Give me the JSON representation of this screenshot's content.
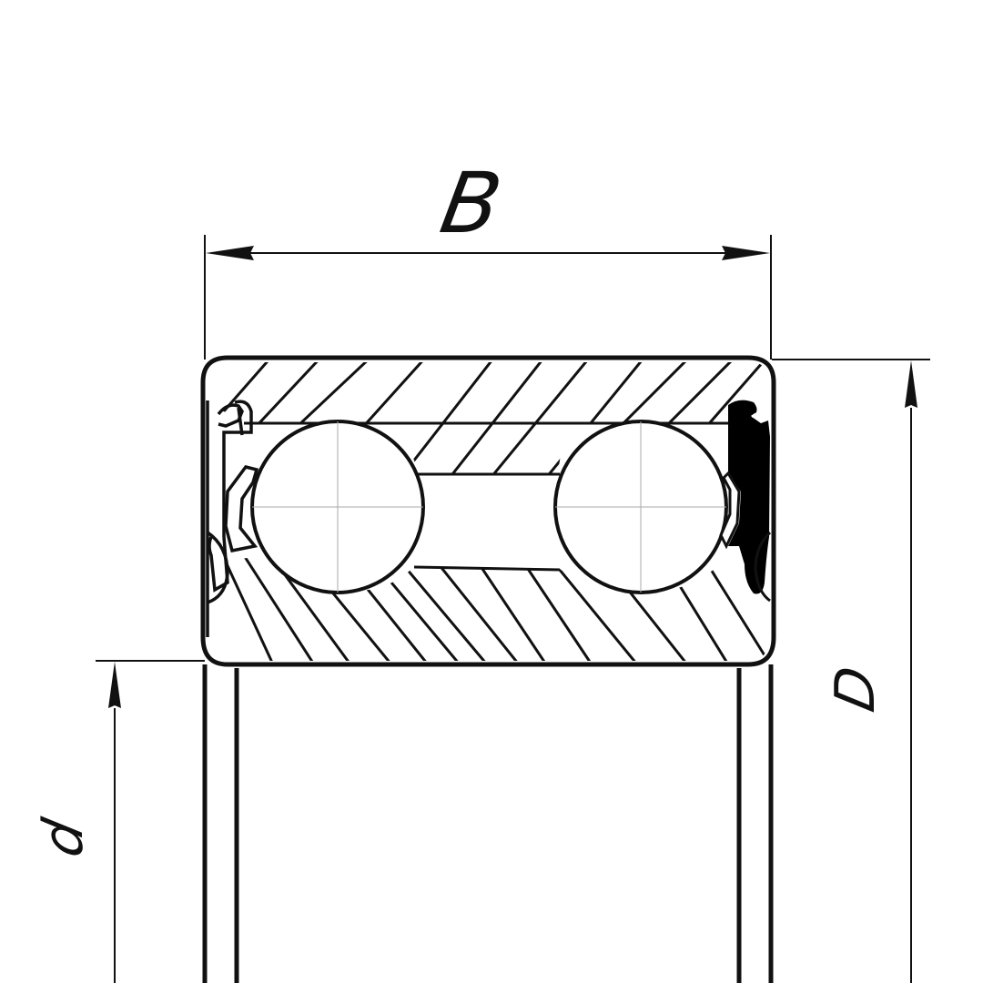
{
  "drawing": {
    "subject": "Double-row ball bearing cross-section with seals",
    "stroke_color": "#111111",
    "background": "#ffffff"
  },
  "dimensions": {
    "width_label": "B",
    "outer_diameter_label": "D",
    "inner_diameter_label": "d"
  }
}
